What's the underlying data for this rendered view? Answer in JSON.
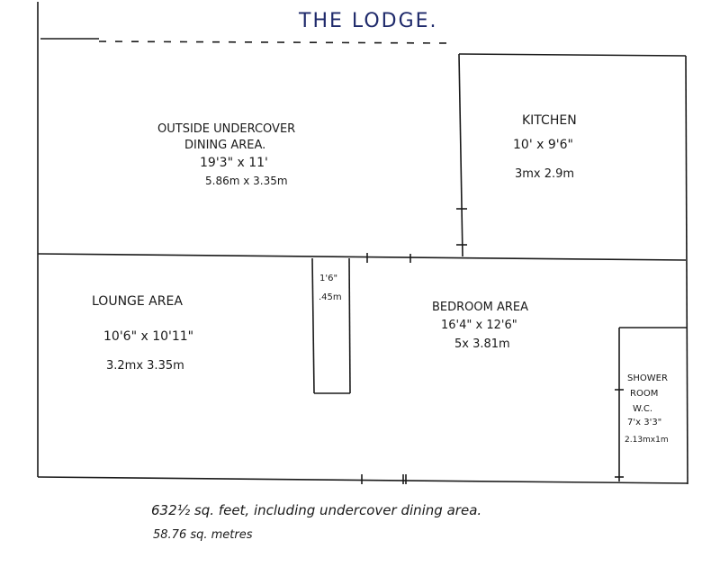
{
  "title": "THE LODGE.",
  "rooms": {
    "outside": {
      "name_line1": "OUTSIDE UNDERCOVER",
      "name_line2": "DINING AREA.",
      "dim_imperial": "19'3\" x 11'",
      "dim_metric": "5.86m x 3.35m"
    },
    "kitchen": {
      "name": "KITCHEN",
      "dim_imperial": "10' x 9'6\"",
      "dim_metric": "3mx 2.9m"
    },
    "lounge": {
      "name": "LOUNGE AREA",
      "dim_imperial": "10'6\" x 10'11\"",
      "dim_metric": "3.2mx 3.35m"
    },
    "partition": {
      "dim_imperial": "1'6\"",
      "dim_metric": ".45m"
    },
    "bedroom": {
      "name": "BEDROOM AREA",
      "dim_imperial": "16'4\" x 12'6\"",
      "dim_metric": "5x 3.81m"
    },
    "shower": {
      "name_line1": "SHOWER",
      "name_line2": "ROOM",
      "name_line3": "W.C.",
      "dim_imperial": "7'x 3'3\"",
      "dim_metric": "2.13mx1m"
    }
  },
  "footer": {
    "area_feet": "632½ sq. feet, including undercover dining area.",
    "area_metres": "58.76 sq. metres"
  },
  "colors": {
    "title": "#1f2a6b",
    "ink": "#1a1a1a",
    "paper": "#ffffff"
  }
}
